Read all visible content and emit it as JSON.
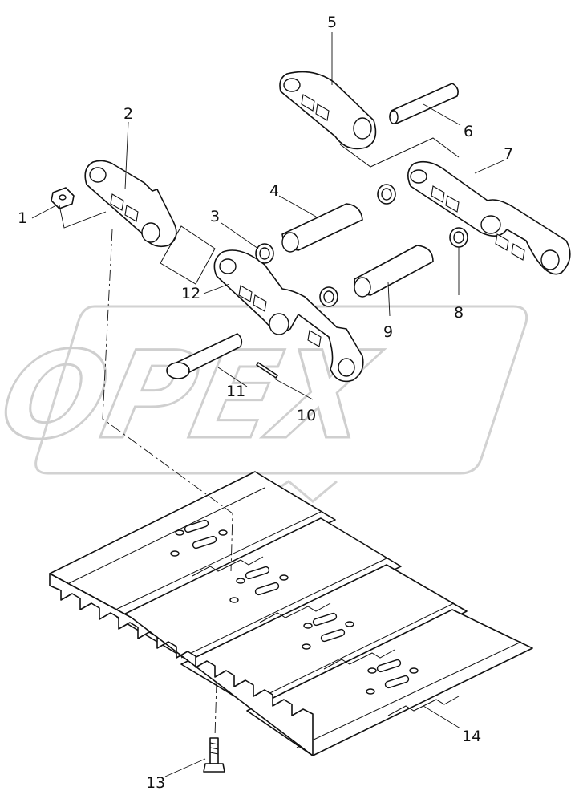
{
  "watermark": {
    "text": "OPEX"
  },
  "callouts": [
    {
      "id": "1",
      "text": "1"
    },
    {
      "id": "2",
      "text": "2"
    },
    {
      "id": "3",
      "text": "3"
    },
    {
      "id": "4",
      "text": "4"
    },
    {
      "id": "5",
      "text": "5"
    },
    {
      "id": "6",
      "text": "6"
    },
    {
      "id": "7",
      "text": "7"
    },
    {
      "id": "8",
      "text": "8"
    },
    {
      "id": "9",
      "text": "9"
    },
    {
      "id": "10",
      "text": "10"
    },
    {
      "id": "11",
      "text": "11"
    },
    {
      "id": "12",
      "text": "12"
    },
    {
      "id": "13",
      "text": "13"
    },
    {
      "id": "14",
      "text": "14"
    }
  ]
}
